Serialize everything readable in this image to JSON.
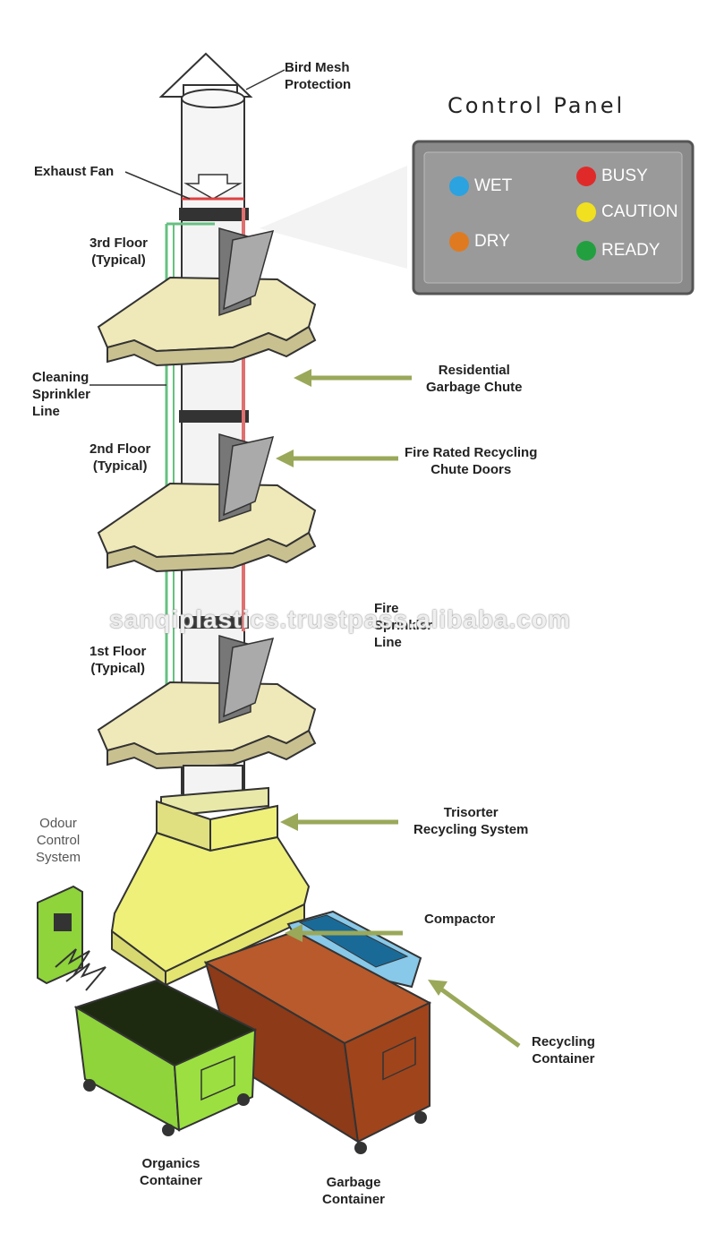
{
  "control_panel": {
    "title": "Control Panel",
    "statuses": [
      {
        "label": "WET",
        "color": "#2aa3e0"
      },
      {
        "label": "BUSY",
        "color": "#e02a2a"
      },
      {
        "label": "CAUTION",
        "color": "#f0e020"
      },
      {
        "label": "DRY",
        "color": "#e07a20"
      },
      {
        "label": "READY",
        "color": "#22a040"
      }
    ]
  },
  "labels": {
    "bird_mesh": "Bird Mesh\nProtection",
    "exhaust_fan": "Exhaust Fan",
    "floor3": "3rd Floor\n(Typical)",
    "floor2": "2nd Floor\n(Typical)",
    "floor1": "1st Floor\n(Typical)",
    "cleaning_sprinkler": "Cleaning\nSprinkler\nLine",
    "residential_chute": "Residential\nGarbage Chute",
    "fire_doors": "Fire Rated Recycling\nChute Doors",
    "fire_sprinkler": "Fire\nSprinkler\nLine",
    "odour_control": "Odour\nControl\nSystem",
    "trisorter": "Trisorter\nRecycling System",
    "compactor": "Compactor",
    "recycling_container": "Recycling\nContainer",
    "organics_container": "Organics\nContainer",
    "garbage_container": "Garbage\nContainer"
  },
  "watermark": "sanqiplastics.trustpass.alibaba.com",
  "colors": {
    "slab": "#efe8b8",
    "hopper": "#eef07a",
    "organics": "#9be040",
    "garbage": "#a0441c",
    "recycling_bin": "#88c8e8",
    "panel": "#8a8a8a",
    "arrow": "#9aa85a",
    "fire_line": "#e07070",
    "clean_line": "#66c080"
  }
}
